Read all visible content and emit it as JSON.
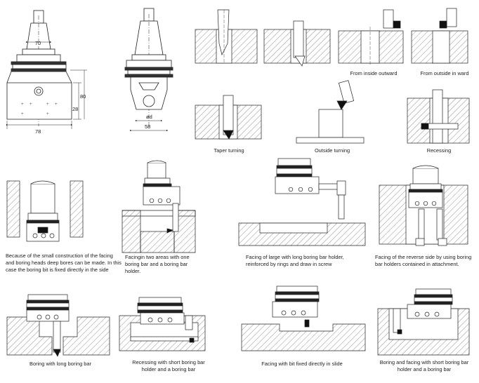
{
  "dimensions": {
    "top_width": "70",
    "right_height": "80",
    "inner_height": "28",
    "bottom_width": "78",
    "bore_label": "ød",
    "side_width": "58"
  },
  "captions": {
    "inside_outward": "From inside outward",
    "outside_inward": "From outside in ward",
    "taper_turning": "Taper turning",
    "outside_turning": "Outside    turning",
    "recessing": "Recessing",
    "small_construction": "Because of the small construction of the facing and boring heads deep bores can be made. In this case the boring bit is fixed directly in the side",
    "two_areas": "Facingin two areas with one boring bar and a boring bar holder.",
    "facing_large": "Facing of large with long boring bar holder, reinforced by rings and draw in screw",
    "reverse_side": "Facing of the reverse side by using boring bar holders contained in attachment.",
    "long_boring_bar": "Boring with long boring bar",
    "recessing_short": "Recessing with short boring bar holder and a boring bar",
    "bit_in_slide": "Facing with bit fixed directly in slide",
    "boring_facing_short": "Boring and facing with short boring bar holder and a boring bar"
  },
  "colors": {
    "line": "#222222",
    "hatch": "#555555",
    "tool_fill": "#dddddd",
    "dark_fill": "#111111"
  },
  "icons": [
    "hatch-pattern",
    "boring-head",
    "tool-holder",
    "cutting-bit"
  ]
}
